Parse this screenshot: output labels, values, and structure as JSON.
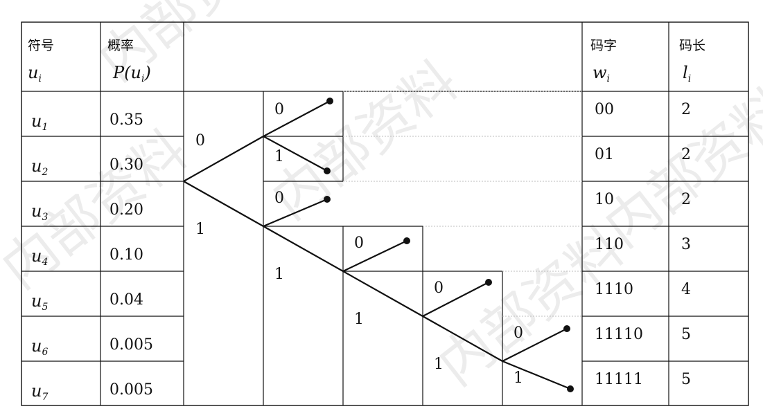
{
  "headers": {
    "symbol": {
      "zh": "符号",
      "sym": "u",
      "sub": "i"
    },
    "prob": {
      "zh": "概率",
      "fn": "P(u",
      "sub": "i",
      "close": ")"
    },
    "code": {
      "zh": "码字",
      "sym": "w",
      "sub": "i"
    },
    "len": {
      "zh": "码长",
      "sym": "l",
      "sub": "i"
    }
  },
  "rows": [
    {
      "sym": "u",
      "sub": "1",
      "prob": "0.35",
      "code": "00",
      "len": "2"
    },
    {
      "sym": "u",
      "sub": "2",
      "prob": "0.30",
      "code": "01",
      "len": "2"
    },
    {
      "sym": "u",
      "sub": "3",
      "prob": "0.20",
      "code": "10",
      "len": "2"
    },
    {
      "sym": "u",
      "sub": "4",
      "prob": "0.10",
      "code": "110",
      "len": "3"
    },
    {
      "sym": "u",
      "sub": "5",
      "prob": "0.04",
      "code": "1110",
      "len": "4"
    },
    {
      "sym": "u",
      "sub": "6",
      "prob": "0.005",
      "code": "11110",
      "len": "5"
    },
    {
      "sym": "u",
      "sub": "7",
      "prob": "0.005",
      "code": "11111",
      "len": "5"
    }
  ],
  "tree_labels": {
    "root0": "0",
    "root1": "1",
    "n1_0": "0",
    "n1_1": "1",
    "n2_0": "0",
    "n2_1": "1",
    "n3_0": "0",
    "n3_1": "1",
    "n4_0": "0",
    "n4_1": "1",
    "n5_0": "0",
    "n5_1": "1"
  },
  "watermark": "内部资料"
}
